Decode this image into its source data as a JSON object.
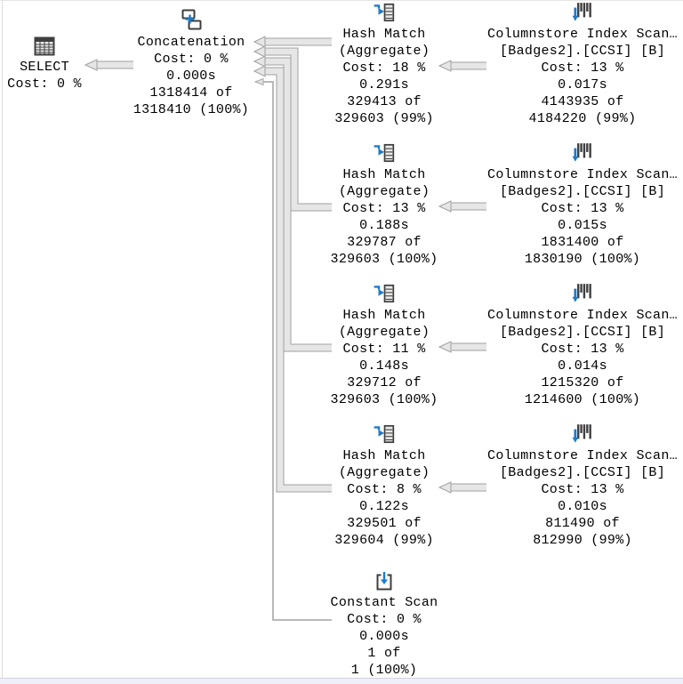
{
  "app": "SQL Server execution plan viewer",
  "colors": {
    "background": "#ffffff",
    "text": "#000000",
    "icon_gray": "#3f3f3f",
    "icon_blue": "#1f7ac9",
    "arrow_fill": "#e6e6e6",
    "arrow_stroke": "#a0a0a0"
  },
  "nodes": {
    "select": {
      "icon": "result-grid-icon",
      "label": "SELECT",
      "cost": "Cost: 0 %"
    },
    "concatenation": {
      "icon": "concatenation-icon",
      "label": "Concatenation",
      "cost": "Cost: 0 %",
      "time": "0.000s",
      "rows": "1318414 of",
      "total": "1318410 (100%)"
    },
    "hash_matches": [
      {
        "icon": "hash-match-icon",
        "label": "Hash Match",
        "sublabel": "(Aggregate)",
        "cost": "Cost: 18 %",
        "time": "0.291s",
        "rows": "329413 of",
        "total": "329603 (99%)"
      },
      {
        "icon": "hash-match-icon",
        "label": "Hash Match",
        "sublabel": "(Aggregate)",
        "cost": "Cost: 13 %",
        "time": "0.188s",
        "rows": "329787 of",
        "total": "329603 (100%)"
      },
      {
        "icon": "hash-match-icon",
        "label": "Hash Match",
        "sublabel": "(Aggregate)",
        "cost": "Cost: 11 %",
        "time": "0.148s",
        "rows": "329712 of",
        "total": "329603 (100%)"
      },
      {
        "icon": "hash-match-icon",
        "label": "Hash Match",
        "sublabel": "(Aggregate)",
        "cost": "Cost: 8 %",
        "time": "0.122s",
        "rows": "329501 of",
        "total": "329604 (99%)"
      }
    ],
    "columnstore_scans": [
      {
        "icon": "columnstore-scan-icon",
        "label": "Columnstore Index Scan…",
        "object": "[Badges2].[CCSI] [B]",
        "cost": "Cost: 13 %",
        "time": "0.017s",
        "rows": "4143935 of",
        "total": "4184220 (99%)"
      },
      {
        "icon": "columnstore-scan-icon",
        "label": "Columnstore Index Scan…",
        "object": "[Badges2].[CCSI] [B]",
        "cost": "Cost: 13 %",
        "time": "0.015s",
        "rows": "1831400 of",
        "total": "1830190 (100%)"
      },
      {
        "icon": "columnstore-scan-icon",
        "label": "Columnstore Index Scan…",
        "object": "[Badges2].[CCSI] [B]",
        "cost": "Cost: 13 %",
        "time": "0.014s",
        "rows": "1215320 of",
        "total": "1214600 (100%)"
      },
      {
        "icon": "columnstore-scan-icon",
        "label": "Columnstore Index Scan…",
        "object": "[Badges2].[CCSI] [B]",
        "cost": "Cost: 13 %",
        "time": "0.010s",
        "rows": "811490 of",
        "total": "812990 (99%)"
      }
    ],
    "constant_scan": {
      "icon": "constant-scan-icon",
      "label": "Constant Scan",
      "cost": "Cost: 0 %",
      "time": "0.000s",
      "rows": "1 of",
      "total": "1 (100%)"
    }
  }
}
